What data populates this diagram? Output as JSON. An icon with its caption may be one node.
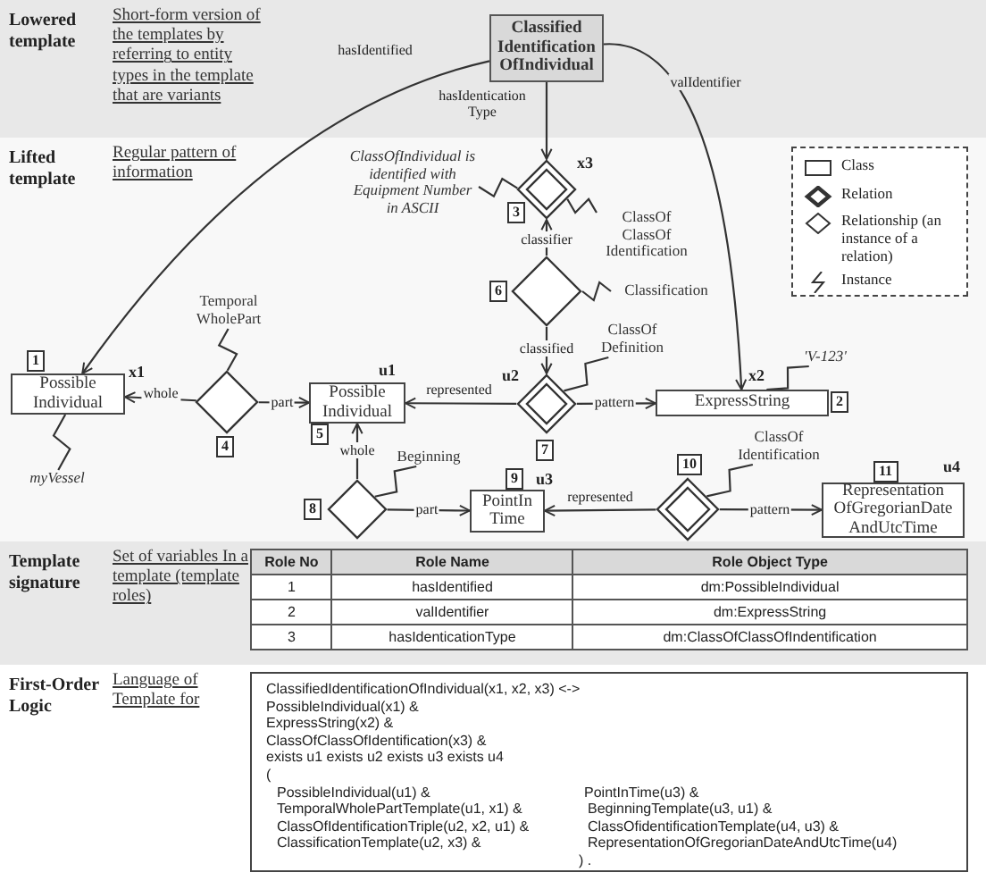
{
  "diagram": {
    "nodes": [
      {
        "text": [
          "Lowered template",
          "Short-form version of the templates by referring to entity types in the template that are variants"
        ]
      },
      {
        "text": [
          "Lifted template",
          "Regular pattern of information"
        ]
      },
      {
        "text": [
          "Template signature",
          "Set of variables In a template (template roles)"
        ]
      },
      {
        "text": [
          "First-Order Logic",
          "Language of Template for"
        ]
      },
      {
        "text": [
          "Classified Identification OfIndividual"
        ],
        "in": 0
      },
      {
        "text": [],
        "shape": "diamond",
        "beside": [
          "3",
          "x3"
        ],
        "in": 1
      },
      {
        "text": [
          "ClassOfIndividual is identified with Equipment Number in ASCII"
        ],
        "in": 1
      },
      {
        "text": [
          "ClassOf ClassOf Identification"
        ],
        "in": 1
      },
      {
        "text": [],
        "shape": "diamond",
        "beside": [
          "6"
        ],
        "in": 1
      },
      {
        "text": [
          "Classification"
        ],
        "in": 1
      },
      {
        "text": [
          "Possible Individual"
        ],
        "beside": [
          "1",
          "x1"
        ],
        "in": 1
      },
      {
        "text": [
          "myVessel"
        ],
        "in": 1
      },
      {
        "text": [],
        "shape": "diamond",
        "beside": [
          "4"
        ],
        "in": 1
      },
      {
        "text": [
          "Temporal WholePart"
        ],
        "in": 1
      },
      {
        "text": [
          "Possible Individual"
        ],
        "beside": [
          "5",
          "u1"
        ],
        "in": 1
      },
      {
        "text": [],
        "shape": "diamond",
        "beside": [
          "7",
          "u2"
        ],
        "in": 1
      },
      {
        "text": [
          "ClassOf Definition"
        ],
        "in": 1
      },
      {
        "text": [
          "ExpressString"
        ],
        "beside": [
          "2",
          "x2"
        ],
        "in": 1
      },
      {
        "text": [
          "'V-123'"
        ],
        "in": 1
      },
      {
        "text": [],
        "shape": "diamond",
        "beside": [
          "8"
        ],
        "in": 1
      },
      {
        "text": [
          "Beginning"
        ],
        "in": 1
      },
      {
        "text": [
          "PointIn Time"
        ],
        "beside": [
          "9",
          "u3"
        ],
        "in": 1
      },
      {
        "text": [],
        "shape": "diamond",
        "beside": [
          "10"
        ],
        "in": 1
      },
      {
        "text": [
          "ClassOf Identification"
        ],
        "in": 1
      },
      {
        "text": [
          "Representation OfGregorianDate AndUtcTime"
        ],
        "beside": [
          "11",
          "u4"
        ],
        "in": 1
      },
      {
        "text": [
          "ClassifiedIdentificationOfIndividual(x1, x2, x3) <->",
          "PossibleIndividual(x1) &",
          "ExpressString(x2) &",
          "ClassOfClassOfIdentification(x3) &",
          "exists u1 exists u2 exists u3 exists u4",
          "(",
          "PossibleIndividual(u1) &",
          "TemporalWholePartTemplate(u1, x1) &",
          "ClassOfIdentificationTriple(u2, x2, u1) &",
          "ClassificationTemplate(u2, x3) &",
          "PointInTime(u3) &",
          "BeginningTemplate(u3, u1) &",
          "ClassOfidentificationTemplate(u4, u3) &",
          "RepresentationOfGregorianDateAndUtcTime(u4)",
          ") ."
        ],
        "in": 3
      }
    ],
    "edges": [
      {
        "from": 4,
        "to": 10,
        "arrow": "to",
        "label": "hasIdentified"
      },
      {
        "from": 4,
        "to": 17,
        "arrow": "to",
        "label": "valIdentifier"
      },
      {
        "from": 4,
        "to": 5,
        "arrow": "to",
        "label": "hasIdentication Type"
      },
      {
        "from": 6,
        "to": 5,
        "arrow": "none"
      },
      {
        "from": 7,
        "to": 5,
        "arrow": "none"
      },
      {
        "from": 8,
        "to": 5,
        "arrow": "to",
        "label": "classifier"
      },
      {
        "from": 9,
        "to": 8,
        "arrow": "none"
      },
      {
        "from": 8,
        "to": 15,
        "arrow": "to",
        "label": "classified"
      },
      {
        "from": 16,
        "to": 15,
        "arrow": "none"
      },
      {
        "from": 12,
        "to": 10,
        "arrow": "to",
        "label": "whole"
      },
      {
        "from": 12,
        "to": 14,
        "arrow": "to",
        "label": "part"
      },
      {
        "from": 13,
        "to": 12,
        "arrow": "none"
      },
      {
        "from": 11,
        "to": 10,
        "arrow": "none"
      },
      {
        "from": 15,
        "to": 14,
        "arrow": "to",
        "label": "represented"
      },
      {
        "from": 15,
        "to": 17,
        "arrow": "to",
        "label": "pattern"
      },
      {
        "from": 18,
        "to": 17,
        "arrow": "none"
      },
      {
        "from": 19,
        "to": 14,
        "arrow": "to",
        "label": "whole"
      },
      {
        "from": 19,
        "to": 21,
        "arrow": "to",
        "label": "part"
      },
      {
        "from": 20,
        "to": 19,
        "arrow": "none"
      },
      {
        "from": 22,
        "to": 21,
        "arrow": "to",
        "label": "represented"
      },
      {
        "from": 22,
        "to": 24,
        "arrow": "to",
        "label": "pattern"
      },
      {
        "from": 23,
        "to": 22,
        "arrow": "none"
      }
    ],
    "labels": [
      "Role No",
      "Role Name",
      "Role Object Type",
      "1",
      "hasIdentified",
      "dm:PossibleIndividual",
      "2",
      "valIdentifier",
      "dm:ExpressString",
      "3",
      "hasIdenticationType",
      "dm:ClassOfClassOfIndentification"
    ],
    "legend": [
      {
        "text": "Class"
      },
      {
        "text": "Relation"
      },
      {
        "text": "Relationship (an instance of a relation)"
      },
      {
        "text": "Instance"
      }
    ]
  }
}
